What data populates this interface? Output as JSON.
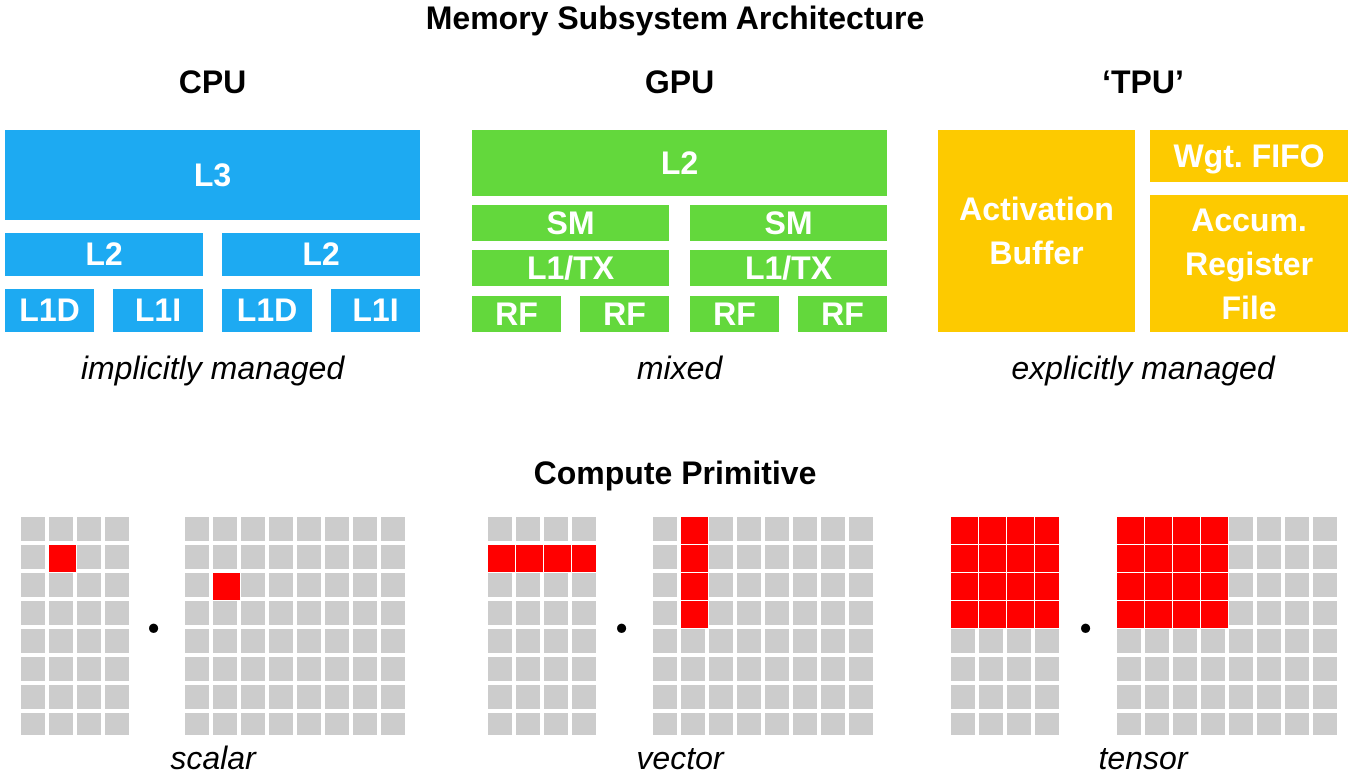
{
  "title": "Memory Subsystem Architecture",
  "columns": {
    "cpu": {
      "heading": "CPU",
      "l3": "L3",
      "l2": [
        "L2",
        "L2"
      ],
      "l1": [
        "L1D",
        "L1I",
        "L1D",
        "L1I"
      ],
      "caption": "implicitly managed",
      "color": "#1daaf2"
    },
    "gpu": {
      "heading": "GPU",
      "l2": "L2",
      "sm": [
        "SM",
        "SM"
      ],
      "l1tx": [
        "L1/TX",
        "L1/TX"
      ],
      "rf": [
        "RF",
        "RF",
        "RF",
        "RF"
      ],
      "caption": "mixed",
      "color": "#63d83c"
    },
    "tpu": {
      "heading": "‘TPU’",
      "activation": [
        "Activation",
        "Buffer"
      ],
      "weight_fifo": "Wgt. FIFO",
      "accum": [
        "Accum.",
        "Register",
        "File"
      ],
      "caption": "explicitly managed",
      "color": "#fdca00"
    }
  },
  "compute": {
    "title": "Compute  Primitive",
    "operator": "•",
    "grid_color": "#cccccc",
    "active_color": "#ff0000",
    "primitives": [
      {
        "caption": "scalar",
        "left_matrix": {
          "rows": 8,
          "cols": 4,
          "highlighted": [
            [
              1,
              1
            ]
          ]
        },
        "right_matrix": {
          "rows": 8,
          "cols": 8,
          "highlighted": [
            [
              2,
              1
            ]
          ]
        }
      },
      {
        "caption": "vector",
        "left_matrix": {
          "rows": 8,
          "cols": 4,
          "highlighted": [
            [
              1,
              0
            ],
            [
              1,
              1
            ],
            [
              1,
              2
            ],
            [
              1,
              3
            ]
          ]
        },
        "right_matrix": {
          "rows": 8,
          "cols": 8,
          "highlighted": [
            [
              0,
              1
            ],
            [
              1,
              1
            ],
            [
              2,
              1
            ],
            [
              3,
              1
            ]
          ]
        }
      },
      {
        "caption": "tensor",
        "left_matrix": {
          "rows": 8,
          "cols": 4,
          "highlighted": [
            [
              0,
              0
            ],
            [
              0,
              1
            ],
            [
              0,
              2
            ],
            [
              0,
              3
            ],
            [
              1,
              0
            ],
            [
              1,
              1
            ],
            [
              1,
              2
            ],
            [
              1,
              3
            ],
            [
              2,
              0
            ],
            [
              2,
              1
            ],
            [
              2,
              2
            ],
            [
              2,
              3
            ],
            [
              3,
              0
            ],
            [
              3,
              1
            ],
            [
              3,
              2
            ],
            [
              3,
              3
            ]
          ]
        },
        "right_matrix": {
          "rows": 8,
          "cols": 8,
          "highlighted": [
            [
              0,
              0
            ],
            [
              0,
              1
            ],
            [
              0,
              2
            ],
            [
              0,
              3
            ],
            [
              1,
              0
            ],
            [
              1,
              1
            ],
            [
              1,
              2
            ],
            [
              1,
              3
            ],
            [
              2,
              0
            ],
            [
              2,
              1
            ],
            [
              2,
              2
            ],
            [
              2,
              3
            ],
            [
              3,
              0
            ],
            [
              3,
              1
            ],
            [
              3,
              2
            ],
            [
              3,
              3
            ]
          ]
        }
      }
    ]
  }
}
